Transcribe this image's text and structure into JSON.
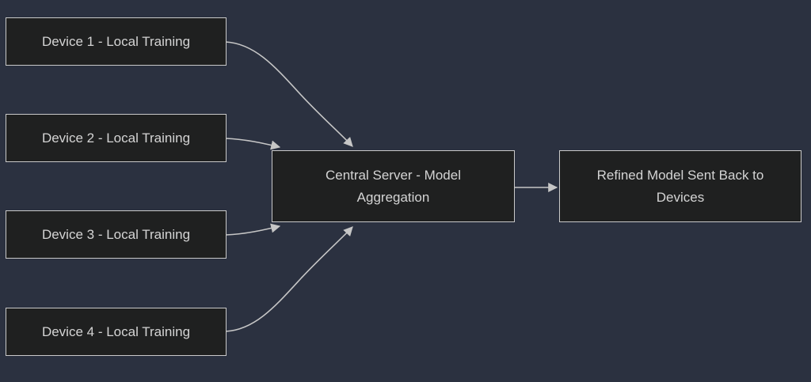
{
  "diagram": {
    "type": "flowchart",
    "direction": "left-to-right",
    "colors": {
      "bg": "#2b3140",
      "node_fill": "#1f2020",
      "node_border": "#c9c9c9",
      "text": "#d4d4d4",
      "edge": "#c6c6c6"
    },
    "nodes": [
      {
        "id": "device1",
        "label": "Device 1 - Local Training"
      },
      {
        "id": "device2",
        "label": "Device 2 - Local Training"
      },
      {
        "id": "device3",
        "label": "Device 3 - Local Training"
      },
      {
        "id": "device4",
        "label": "Device 4 - Local Training"
      },
      {
        "id": "central",
        "label": "Central Server - Model Aggregation"
      },
      {
        "id": "refined",
        "label": "Refined Model Sent Back to Devices"
      }
    ],
    "edges": [
      {
        "from": "device1",
        "to": "central",
        "arrow": "arrowhead"
      },
      {
        "from": "device2",
        "to": "central",
        "arrow": "arrowhead"
      },
      {
        "from": "device3",
        "to": "central",
        "arrow": "arrowhead"
      },
      {
        "from": "device4",
        "to": "central",
        "arrow": "arrowhead"
      },
      {
        "from": "central",
        "to": "refined",
        "arrow": "arrowhead"
      }
    ]
  }
}
